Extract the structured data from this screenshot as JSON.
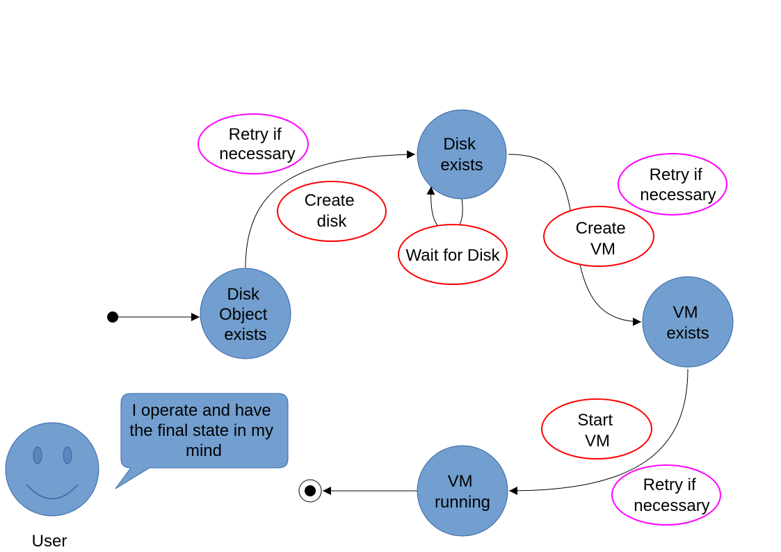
{
  "colors": {
    "state_fill": "#729fcf",
    "state_stroke": "#3465a4",
    "transition_border": "#ff0000",
    "retry_border": "#ff00ff"
  },
  "states": {
    "disk_object": [
      "Disk",
      "Object",
      "exists"
    ],
    "disk_exists": [
      "Disk",
      "exists"
    ],
    "vm_exists": [
      "VM",
      "exists"
    ],
    "vm_running": [
      "VM",
      "running"
    ]
  },
  "transitions": {
    "create_disk": [
      "Create",
      "disk"
    ],
    "wait_for_disk": [
      "Wait for Disk"
    ],
    "create_vm": [
      "Create",
      "VM"
    ],
    "start_vm": [
      "Start",
      "VM"
    ]
  },
  "retry_notes": {
    "top_left": [
      "Retry if",
      "necessary"
    ],
    "top_right": [
      "Retry if",
      "necessary"
    ],
    "bottom_right": [
      "Retry if",
      "necessary"
    ]
  },
  "user": {
    "label": "User",
    "speech": [
      "I operate and have",
      "the final state in my",
      "mind"
    ]
  }
}
